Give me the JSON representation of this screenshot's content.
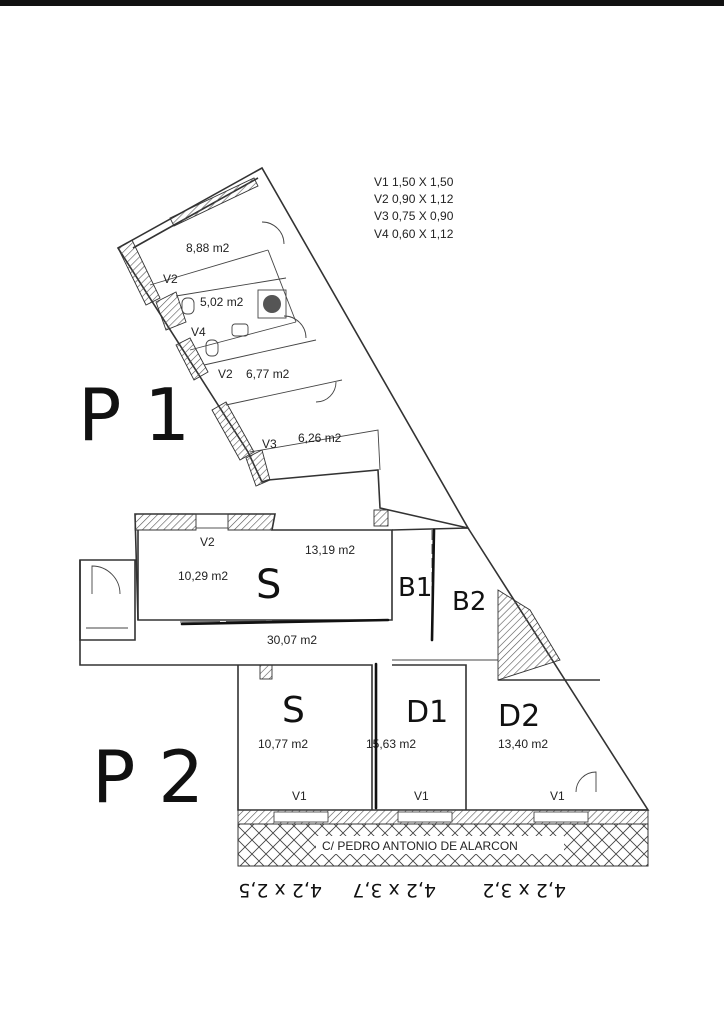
{
  "windows_legend": [
    "V1 1,50 X 1,50",
    "V2 0,90 X 1,12",
    "V3 0,75 X 0,90",
    "V4 0,60 X 1,12"
  ],
  "floor_labels": {
    "p1": "P 1",
    "p2": "P 2"
  },
  "rooms": {
    "r888": "8,88 m2",
    "r502": "5,02 m2",
    "r677": "6,77 m2",
    "r626": "6,26 m2",
    "r1319": "13,19 m2",
    "r1029": "10,29 m2",
    "r3007": "30,07 m2",
    "r1077": "10,77 m2",
    "r1563": "15,63 m2",
    "r1340": "13,40 m2"
  },
  "window_tags": {
    "v2a": "V2",
    "v4": "V4",
    "v2b": "V2",
    "v3": "V3",
    "v2c": "V2",
    "v1a": "V1",
    "v1b": "V1",
    "v1c": "V1"
  },
  "handwritten": {
    "s1": "S",
    "b1": "B1",
    "b2": "B2",
    "s2": "S",
    "d1": "D1",
    "d2": "D2"
  },
  "street": "C/ PEDRO ANTONIO DE ALARCON",
  "dimensions": [
    "4,2 x 2,5",
    "4,2 x 3,7",
    "4,2 x 3,2"
  ]
}
